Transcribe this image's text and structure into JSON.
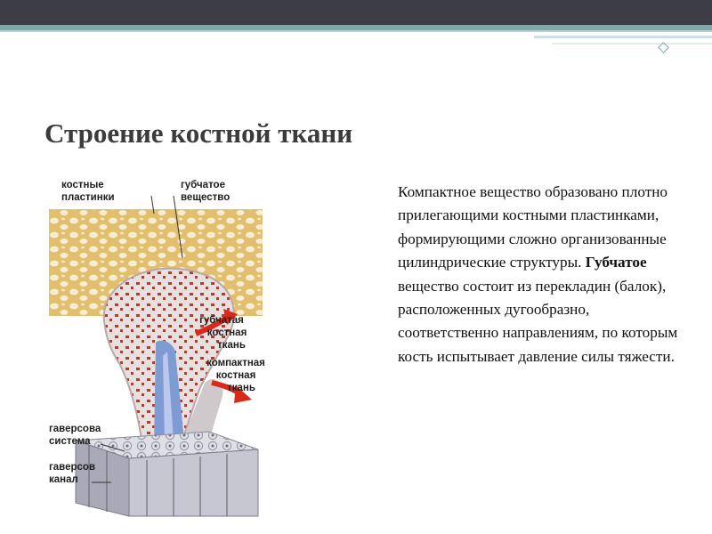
{
  "slide": {
    "title": "Строение костной ткани",
    "paragraph": {
      "intro": " Компактное вещество образовано плотно прилегающими костными пластинками, формирующими сложно организованные цилиндрические структуры. ",
      "bold": "Губчатое",
      "rest": " вещество состоит из перекладин (балок), расположенных дугообразно, соответственно направлениям, по которым кость испытывает давление силы тяжести."
    }
  },
  "figure": {
    "labels": {
      "bone_plates_1": "костные",
      "bone_plates_2": "пластинки",
      "spongy_substance_1": "губчатое",
      "spongy_substance_2": "вещество",
      "spongy_tissue_1": "губчатая",
      "spongy_tissue_2": "костная",
      "spongy_tissue_3": "ткань",
      "compact_tissue_1": "компактная",
      "compact_tissue_2": "костная",
      "compact_tissue_3": "ткань",
      "haversian_system_1": "гаверсова",
      "haversian_system_2": "система",
      "haversian_canal_1": "гаверсов",
      "haversian_canal_2": "канал"
    },
    "colors": {
      "spongy": "#e6c77c",
      "spongy_pores": "#f7ecd2",
      "red_dots": "#c8341f",
      "marrow": "#7f9bd4",
      "cortex": "#c9c4c6",
      "arrow": "#d8291a"
    }
  }
}
